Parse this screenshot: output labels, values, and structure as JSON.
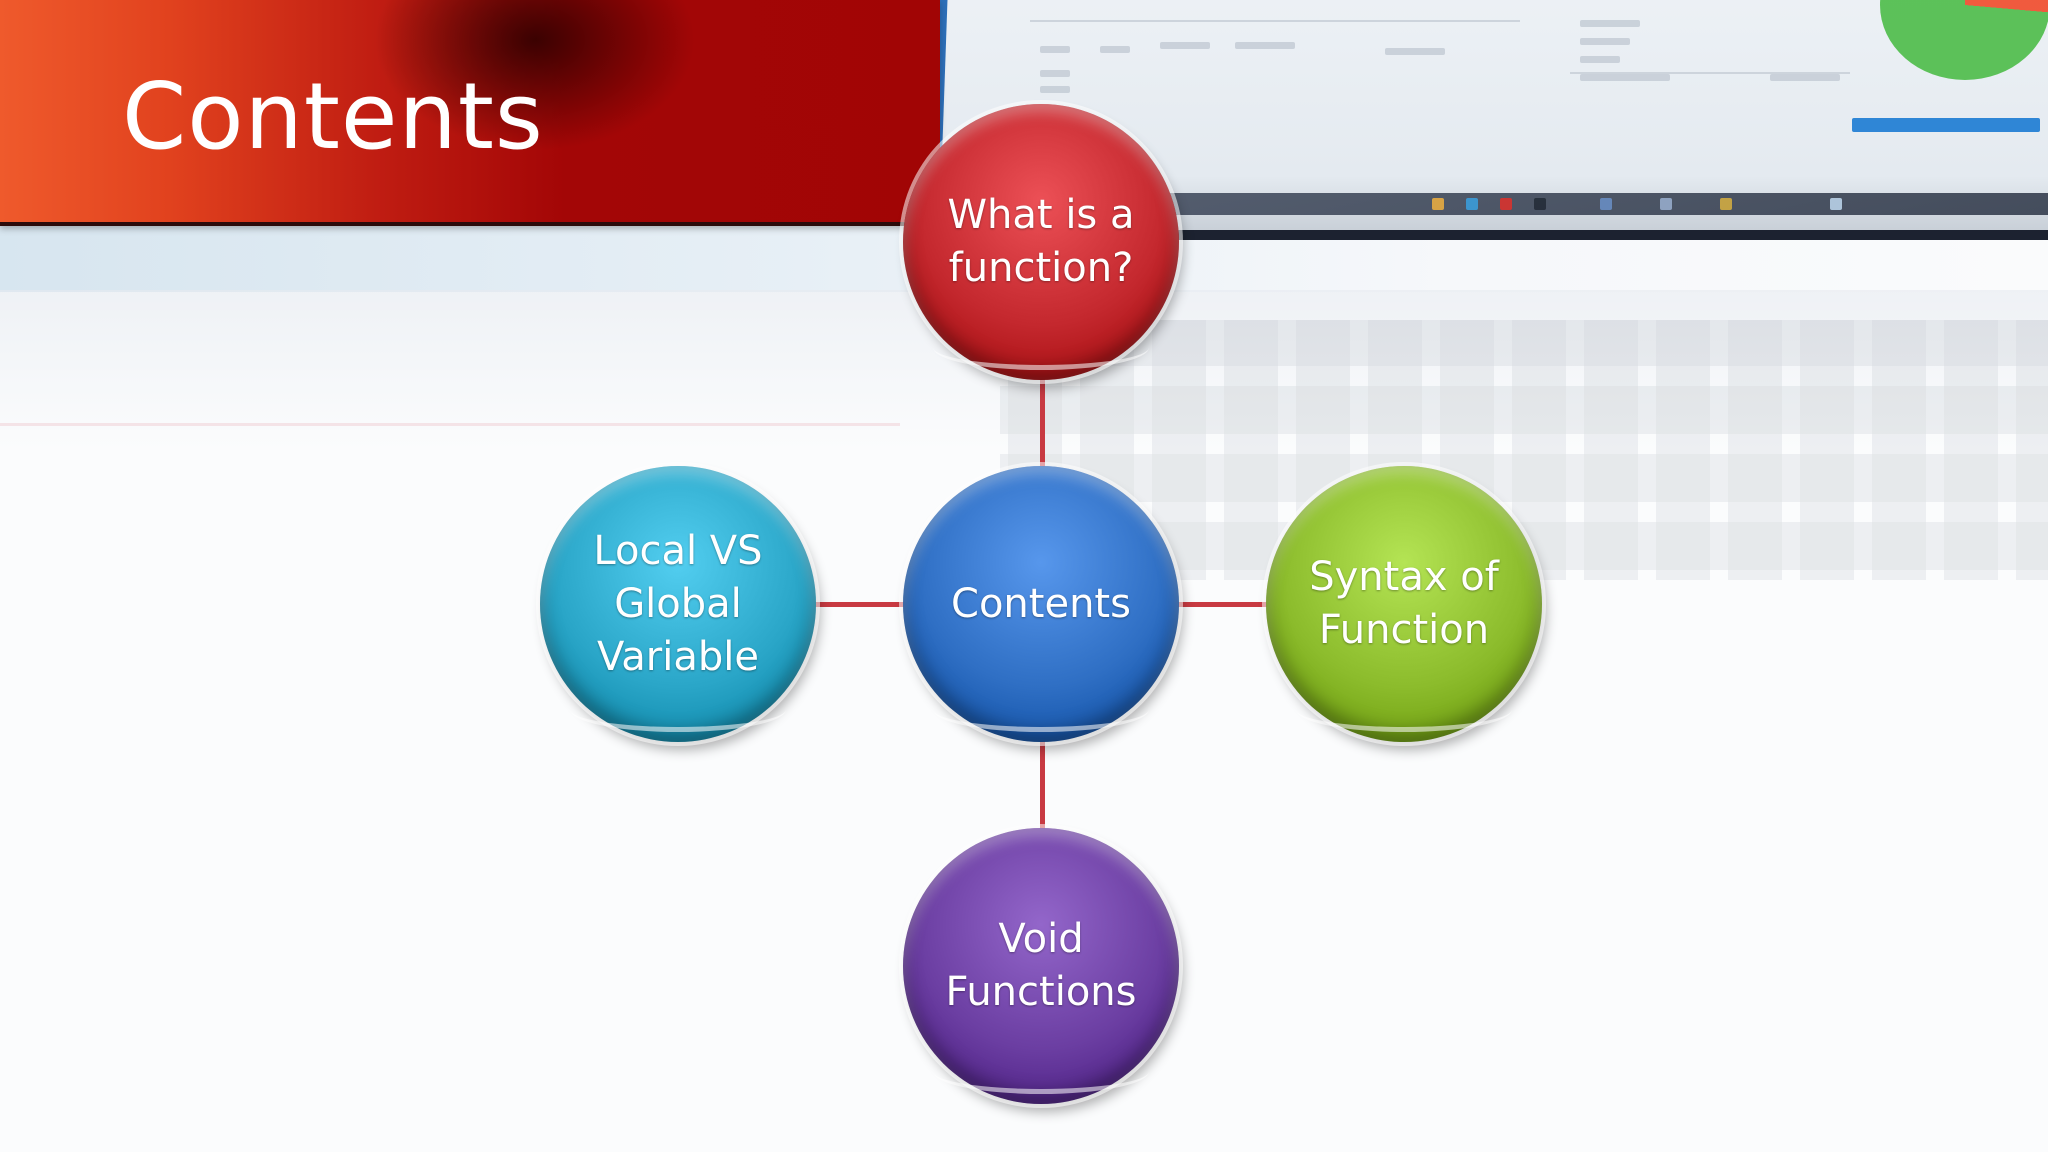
{
  "slide": {
    "title": "Contents"
  },
  "diagram": {
    "center": {
      "label": "Contents",
      "color": "#2f6fc4"
    },
    "nodes": [
      {
        "id": "top",
        "label": "What is a function?",
        "color": "#c4282e"
      },
      {
        "id": "right",
        "label": "Syntax of Function",
        "color": "#8cbc2c"
      },
      {
        "id": "bottom",
        "label": "Void Functions",
        "color": "#6b3ea2"
      },
      {
        "id": "left",
        "label": "Local VS Global Variable",
        "color": "#2aa6c8"
      }
    ],
    "connector_color": "#c83a42"
  },
  "colors": {
    "title_banner_start": "#ef5a2c",
    "title_banner_end": "#a10505"
  }
}
